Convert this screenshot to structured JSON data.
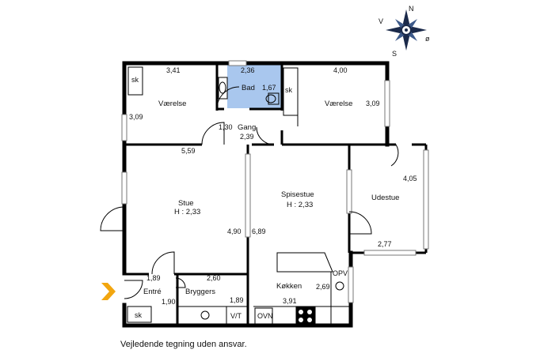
{
  "compass": {
    "n": "N",
    "v": "V",
    "s": "S",
    "o": "ø"
  },
  "rooms": {
    "vaerelse_left": "Værelse",
    "bad": "Bad",
    "vaerelse_right": "Værelse",
    "gang": "Gang",
    "stue": "Stue",
    "stue_h": "H : 2,33",
    "spisestue": "Spisestue",
    "spisestue_h": "H : 2,33",
    "udestue": "Udestue",
    "entre": "Entré",
    "bryggers": "Bryggers",
    "koekken": "Køkken"
  },
  "fixtures": {
    "sk1": "sk",
    "sk2": "sk",
    "sk3": "sk",
    "opv": "OPV",
    "ovn": "OVN",
    "vt": "V/T"
  },
  "dimensions": {
    "d341": "3,41",
    "d309a": "3,09",
    "d236": "2,36",
    "d167": "1,67",
    "d400": "4,00",
    "d309b": "3,09",
    "d130": "1,30",
    "d239": "2,39",
    "d559": "5,59",
    "d405": "4,05",
    "d490": "4,90",
    "d689": "6,89",
    "d277": "2,77",
    "d189a": "1,89",
    "d260": "2,60",
    "d269": "2,69",
    "d190": "1,90",
    "d189b": "1,89",
    "d391": "3,91"
  },
  "disclaimer": "Vejledende tegning uden ansvar.",
  "colors": {
    "wall": "#000000",
    "bathroom": "#a9c7ee",
    "entry_arrow": "#f2a60f",
    "compass": "#1b2a4a"
  }
}
